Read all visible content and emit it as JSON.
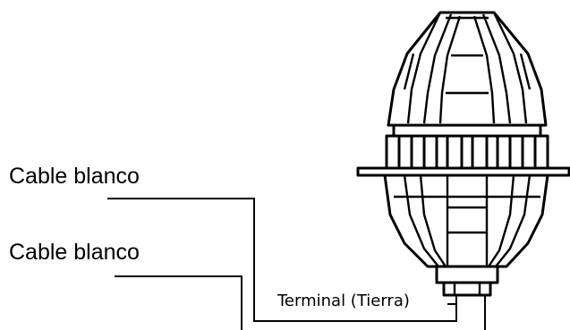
{
  "labels": {
    "cable_top": "Cable blanco",
    "cable_bottom": "Cable blanco",
    "terminal": "Terminal (Tierra)"
  },
  "colors": {
    "stroke": "#000000",
    "background": "#ffffff"
  }
}
